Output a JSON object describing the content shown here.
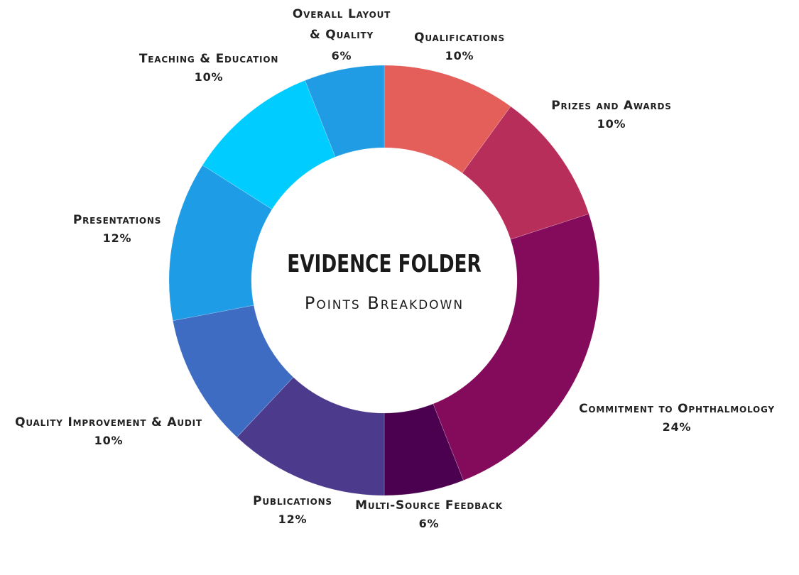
{
  "center": {
    "title": "EVIDENCE FOLDER",
    "subtitle": "Points Breakdown"
  },
  "chart_data": {
    "type": "pie",
    "subtype": "donut",
    "title": "Evidence Folder",
    "subtitle": "Points Breakdown",
    "start_angle_deg": 0,
    "direction": "clockwise",
    "slices": [
      {
        "label": "Qualifications",
        "value": 10,
        "pct_label": "10%",
        "color": "#E45E5A"
      },
      {
        "label": "Prizes and Awards",
        "value": 10,
        "pct_label": "10%",
        "color": "#B82E5B"
      },
      {
        "label": "Commitment to Ophthalmology",
        "value": 24,
        "pct_label": "24%",
        "color": "#840A5B"
      },
      {
        "label": "Multi-Source Feedback",
        "value": 6,
        "pct_label": "6%",
        "color": "#4B0050"
      },
      {
        "label": "Publications",
        "value": 12,
        "pct_label": "12%",
        "color": "#4C3A8C"
      },
      {
        "label": "Quality Improvement & Audit",
        "value": 10,
        "pct_label": "10%",
        "color": "#3D6CC2"
      },
      {
        "label": "Presentations",
        "value": 12,
        "pct_label": "12%",
        "color": "#1F9CE6"
      },
      {
        "label": "Teaching & Education",
        "value": 10,
        "pct_label": "10%",
        "color": "#00CCFF"
      },
      {
        "label": "Overall Layout & Quality",
        "value": 6,
        "pct_label": "6%",
        "color": "#1F9CE3"
      }
    ],
    "legend": "none (direct labels)"
  },
  "labels": [
    {
      "line1": "Qualifications",
      "line2": "",
      "pct": "10%"
    },
    {
      "line1": "Prizes and Awards",
      "line2": "",
      "pct": "10%"
    },
    {
      "line1": "Commitment to Ophthalmology",
      "line2": "",
      "pct": "24%"
    },
    {
      "line1": "Multi-Source Feedback",
      "line2": "",
      "pct": "6%"
    },
    {
      "line1": "Publications",
      "line2": "",
      "pct": "12%"
    },
    {
      "line1": "Quality Improvement & Audit",
      "line2": "",
      "pct": "10%"
    },
    {
      "line1": "Presentations",
      "line2": "",
      "pct": "12%"
    },
    {
      "line1": "Teaching & Education",
      "line2": "",
      "pct": "10%"
    },
    {
      "line1": "Overall Layout",
      "line2": "& Quality",
      "pct": "6%"
    }
  ]
}
